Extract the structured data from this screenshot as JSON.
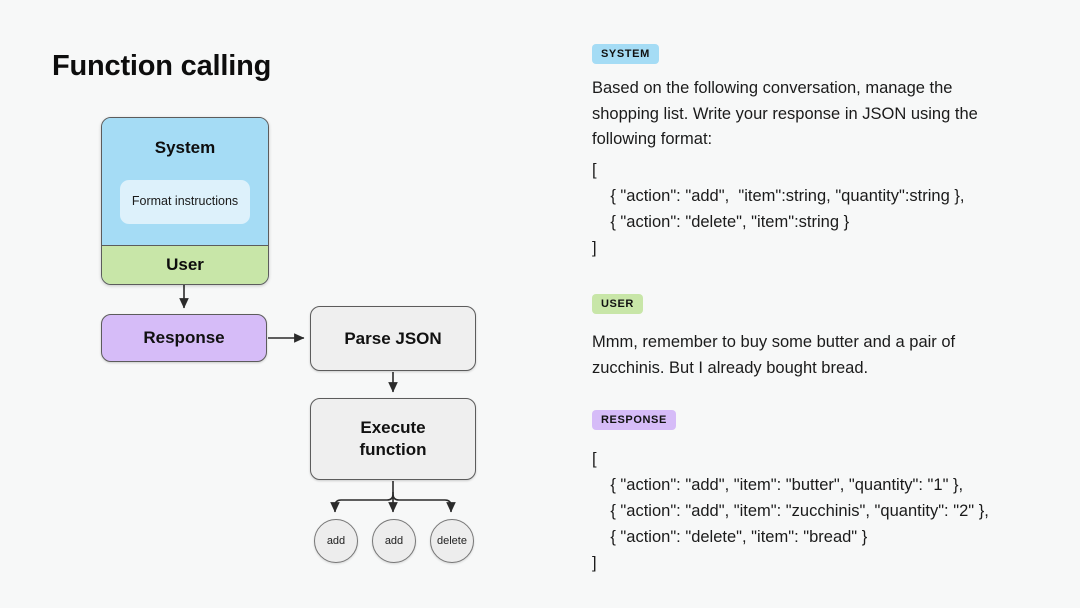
{
  "page": {
    "title": "Function calling",
    "background": "#f7f8f8"
  },
  "diagram": {
    "prompt_card": {
      "system_label": "System",
      "format_instructions": "Format\ninstructions",
      "user_label": "User",
      "system_color": "#a5dcf5",
      "inner_box_color": "#ddf1fb",
      "user_color": "#c8e6a8"
    },
    "response_node": {
      "label": "Response",
      "color": "#d6bcf8"
    },
    "parse_node": {
      "label": "Parse JSON",
      "color": "#efefef"
    },
    "execute_node": {
      "label": "Execute\nfunction",
      "color": "#efefef"
    },
    "calls": [
      {
        "label": "add"
      },
      {
        "label": "add"
      },
      {
        "label": "delete"
      }
    ]
  },
  "transcript": {
    "system": {
      "badge": "SYSTEM",
      "body": "Based on the following conversation, manage the\nshopping list. Write your response in JSON using the\nfollowing format:",
      "format_json": "[\n    { \"action\": \"add\",  \"item\":string, \"quantity\":string },\n    { \"action\": \"delete\", \"item\":string }\n]"
    },
    "user": {
      "badge": "USER",
      "body": "Mmm, remember to buy some butter and a pair of\nzucchinis. But I already bought bread."
    },
    "response": {
      "badge": "RESPONSE",
      "json": "[\n    { \"action\": \"add\", \"item\": \"butter\", \"quantity\": \"1\" },\n    { \"action\": \"add\", \"item\": \"zucchinis\", \"quantity\": \"2\" },\n    { \"action\": \"delete\", \"item\": \"bread\" }\n]"
    }
  }
}
